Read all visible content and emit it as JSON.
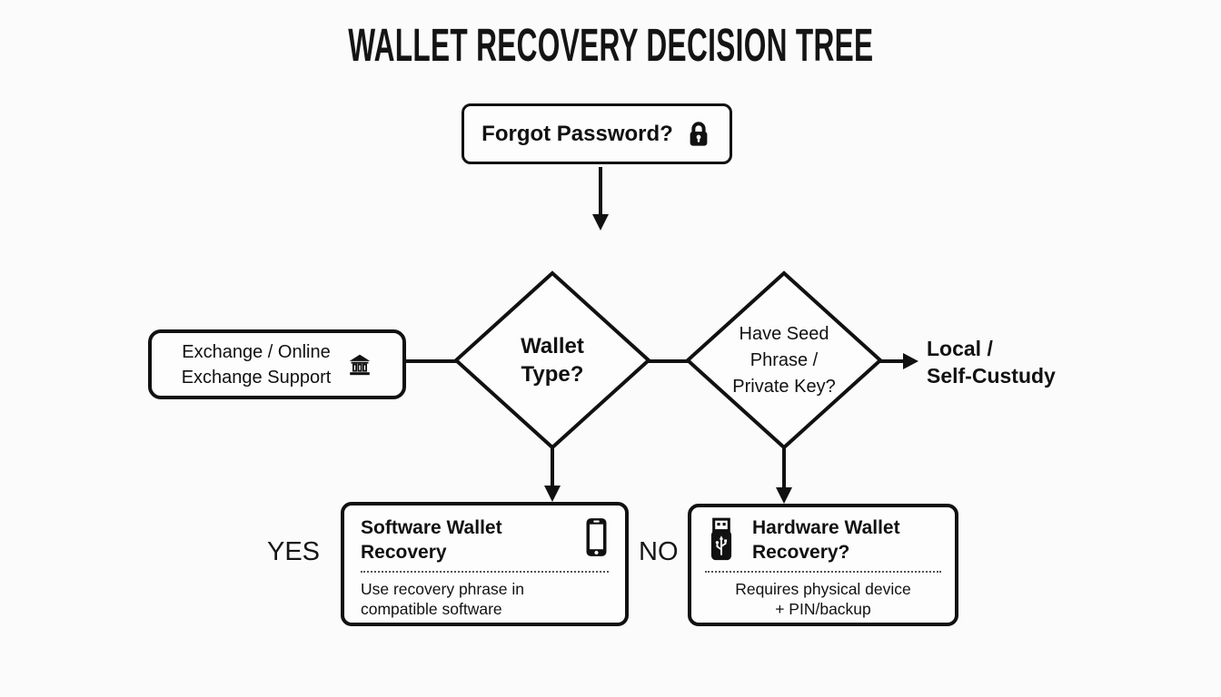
{
  "title": "WALLET RECOVERY DECISION TREE",
  "colors": {
    "ink": "#111111",
    "background": "#fbfbfb"
  },
  "nodes": {
    "forgot": {
      "label": "Forgot Password?",
      "icon": "lock-icon"
    },
    "exchange": {
      "lines": [
        "Exchange / Online",
        "Exchange Support"
      ],
      "icon": "bank-icon"
    },
    "wallet_type": {
      "lines": [
        "Wallet",
        "Type?"
      ]
    },
    "seed": {
      "lines": [
        "Have Seed",
        "Phrase /",
        "Private Key?"
      ]
    },
    "local": {
      "lines": [
        "Local /",
        "Self-Custudy"
      ]
    },
    "software": {
      "title_lines": [
        "Software Wallet",
        "Recovery"
      ],
      "icon": "smartphone-icon",
      "body_lines": [
        "Use recovery phrase in",
        "compatible software"
      ]
    },
    "hardware": {
      "title_lines": [
        "Hardware Wallet",
        "Recovery?"
      ],
      "icon": "usb-drive-icon",
      "body_lines": [
        "Requires physical device",
        "+ PIN/backup"
      ]
    }
  },
  "edge_labels": {
    "yes": "YES",
    "no": "NO"
  }
}
